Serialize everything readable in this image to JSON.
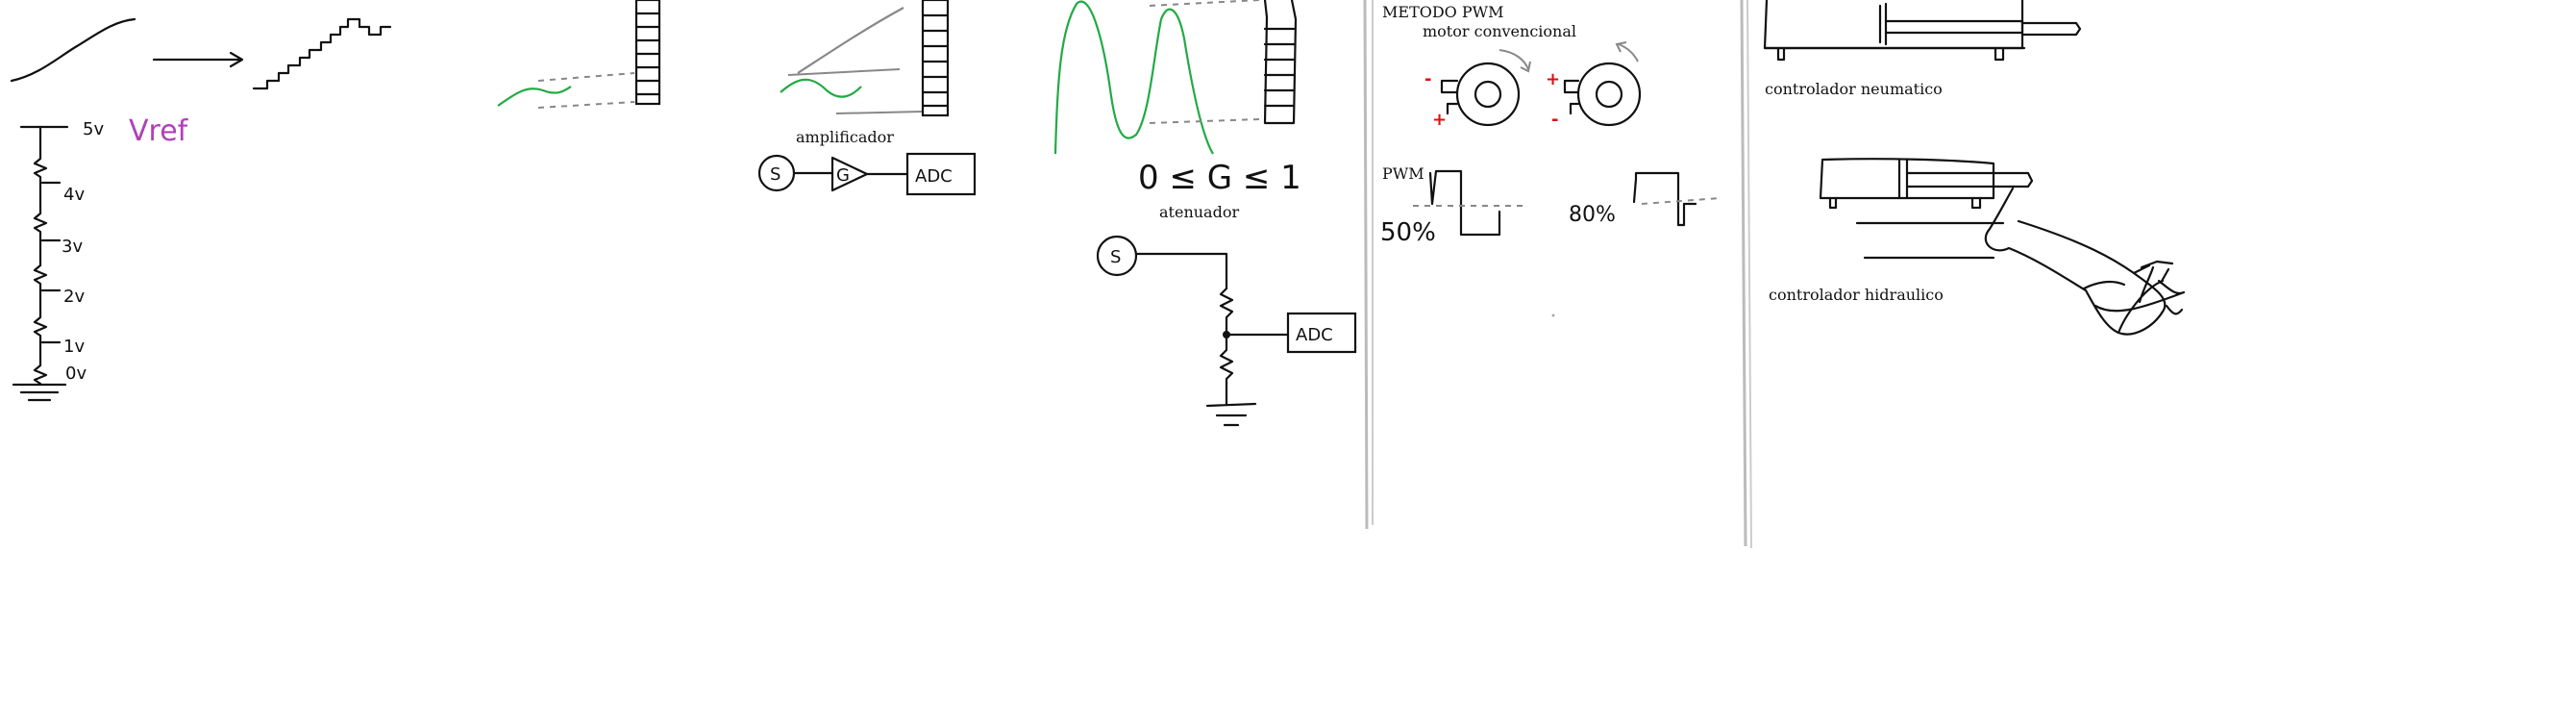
{
  "labels": {
    "vref": "Vref",
    "v5": "5v",
    "v4": "4v",
    "v3": "3v",
    "v2": "2v",
    "v1": "1v",
    "v0": "0v",
    "amplificador": "amplificador",
    "source_s": "S",
    "gain_g": "G",
    "adc": "ADC",
    "gain_range": "0 ≤ G ≤ 1",
    "atenuador": "atenuador",
    "source_s2": "S",
    "adc2": "ADC",
    "metodo_pwm": "METODO PWM",
    "motor_convencional": "motor convencional",
    "plus": "+",
    "minus": "-",
    "pwm": "PWM",
    "pct50": "50%",
    "pct80": "80%",
    "controlador_neumatico": "controlador neumatico",
    "controlador_hidraulico": "controlador hidraulico"
  },
  "colors": {
    "ink": "#111111",
    "green": "#22aa44",
    "purple": "#b040b8",
    "red": "#dd1111",
    "gray": "#888888",
    "divider": "#bbbbbb"
  }
}
